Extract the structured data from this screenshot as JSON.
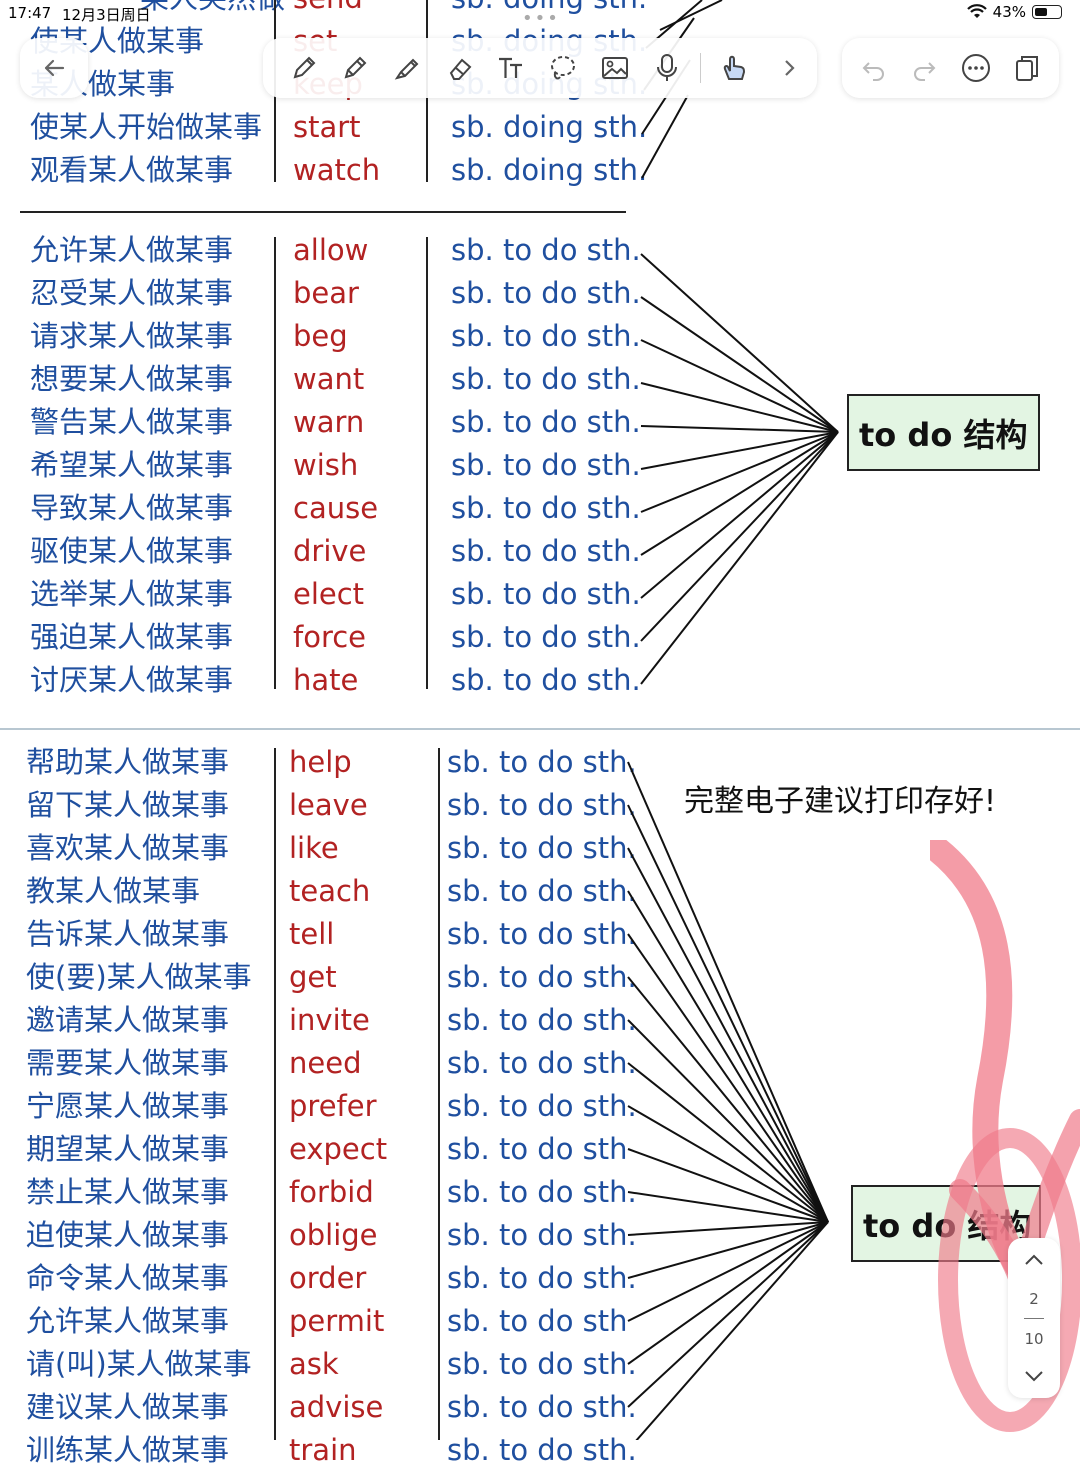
{
  "status_bar": {
    "time": "17:47",
    "date": "12月3日周日",
    "battery": "43%",
    "battery_level": 0.43
  },
  "toolbar": {
    "back_icon": "arrow-left-icon",
    "tools": [
      "pen-icon",
      "pencil-icon",
      "highlighter-icon",
      "eraser-icon",
      "text-tool-icon",
      "lasso-icon",
      "image-icon",
      "mic-icon",
      "touch-icon",
      "chevron-right-icon"
    ],
    "right_tools": [
      "undo-icon",
      "redo-icon",
      "more-icon",
      "pages-icon"
    ]
  },
  "top_section": {
    "rows": [
      {
        "cn": "使某人开始做某事",
        "verb": "start",
        "pattern": "sb. doing sth."
      },
      {
        "cn": "观看某人做某事",
        "verb": "watch",
        "pattern": "sb. doing sth."
      }
    ],
    "partial_rows": [
      {
        "cn": "某人突然做",
        "verb": "send",
        "pattern": "sb. doing sth."
      },
      {
        "cn": "使某人做某事",
        "verb": "set",
        "pattern": "sb. doing sth."
      },
      {
        "cn": "某人做某事",
        "verb": "keep",
        "pattern": "sb. doing sth."
      }
    ]
  },
  "section1": {
    "rows": [
      {
        "cn": "允许某人做某事",
        "verb": "allow",
        "pattern": "sb. to do sth."
      },
      {
        "cn": "忍受某人做某事",
        "verb": "bear",
        "pattern": "sb. to do sth."
      },
      {
        "cn": "请求某人做某事",
        "verb": "beg",
        "pattern": "sb. to do sth."
      },
      {
        "cn": "想要某人做某事",
        "verb": "want",
        "pattern": "sb. to do sth."
      },
      {
        "cn": "警告某人做某事",
        "verb": "warn",
        "pattern": "sb. to do sth."
      },
      {
        "cn": "希望某人做某事",
        "verb": "wish",
        "pattern": "sb. to do sth."
      },
      {
        "cn": "导致某人做某事",
        "verb": "cause",
        "pattern": "sb. to do sth."
      },
      {
        "cn": "驱使某人做某事",
        "verb": "drive",
        "pattern": "sb. to do sth."
      },
      {
        "cn": "选举某人做某事",
        "verb": "elect",
        "pattern": "sb. to do sth."
      },
      {
        "cn": "强迫某人做某事",
        "verb": "force",
        "pattern": "sb. to do sth."
      },
      {
        "cn": "讨厌某人做某事",
        "verb": "hate",
        "pattern": "sb. to do sth."
      }
    ],
    "box_label": "to do 结构"
  },
  "section2": {
    "rows": [
      {
        "cn": "帮助某人做某事",
        "verb": "help",
        "pattern": "sb. to do sth."
      },
      {
        "cn": "留下某人做某事",
        "verb": "leave",
        "pattern": "sb. to do sth."
      },
      {
        "cn": "喜欢某人做某事",
        "verb": "like",
        "pattern": "sb. to do sth."
      },
      {
        "cn": "教某人做某事",
        "verb": "teach",
        "pattern": "sb. to do sth."
      },
      {
        "cn": "告诉某人做某事",
        "verb": "tell",
        "pattern": "sb. to do sth."
      },
      {
        "cn": "使(要)某人做某事",
        "verb": "get",
        "pattern": "sb. to do sth."
      },
      {
        "cn": "邀请某人做某事",
        "verb": "invite",
        "pattern": "sb. to do sth."
      },
      {
        "cn": "需要某人做某事",
        "verb": "need",
        "pattern": "sb. to do sth."
      },
      {
        "cn": "宁愿某人做某事",
        "verb": "prefer",
        "pattern": "sb. to do sth."
      },
      {
        "cn": "期望某人做某事",
        "verb": "expect",
        "pattern": "sb. to do sth"
      },
      {
        "cn": "禁止某人做某事",
        "verb": "forbid",
        "pattern": "sb. to do sth."
      },
      {
        "cn": "迫使某人做某事",
        "verb": "oblige",
        "pattern": "sb. to do sth."
      },
      {
        "cn": "命令某人做某事",
        "verb": "order",
        "pattern": "sb. to do sth."
      },
      {
        "cn": "允许某人做某事",
        "verb": "permit",
        "pattern": "sb. to do sth"
      },
      {
        "cn": "请(叫)某人做某事",
        "verb": "ask",
        "pattern": "sb. to do sth."
      },
      {
        "cn": "建议某人做某事",
        "verb": "advise",
        "pattern": "sb. to do sth."
      },
      {
        "cn": "训练某人做某事",
        "verb": "train",
        "pattern": "sb. to do sth."
      }
    ],
    "box_label": "to do 结构",
    "note": "完整电子建议打印存好!"
  },
  "pager": {
    "current": "2",
    "total": "10"
  },
  "colors": {
    "chinese": "#1f4f9f",
    "verb": "#b22222",
    "box_bg": "#e3f5e3",
    "annotation": "#f07b8a"
  }
}
